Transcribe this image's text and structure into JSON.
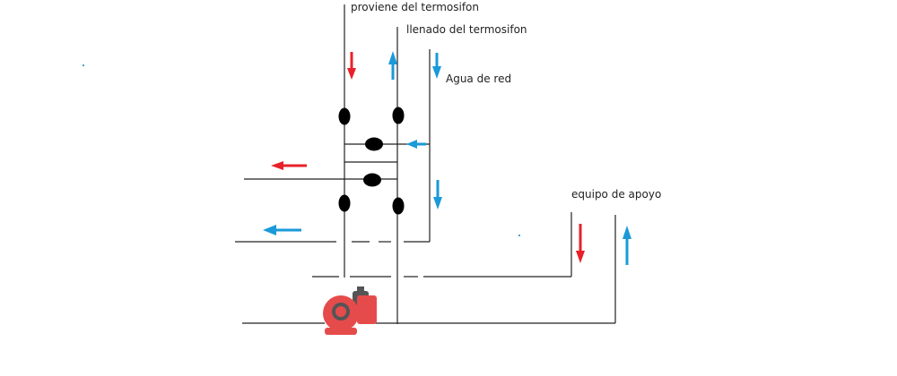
{
  "labels": {
    "from_thermosiphon": "proviene del termosifon",
    "fill_thermosiphon": "llenado del termosifon",
    "mains_water": "Agua de red",
    "backup_equipment": "equipo de apoyo"
  },
  "colors": {
    "pipe": "#222222",
    "valve": "#000000",
    "hot_arrow": "#e8202a",
    "cold_arrow": "#1a9ad8",
    "pump_body": "#e64b4b",
    "pump_dark": "#555555",
    "background": "#ffffff"
  },
  "icons": {
    "valve": "ellipse-valve-icon",
    "pump": "circulator-pump-icon",
    "flow_arrow": "flow-arrow-icon"
  }
}
